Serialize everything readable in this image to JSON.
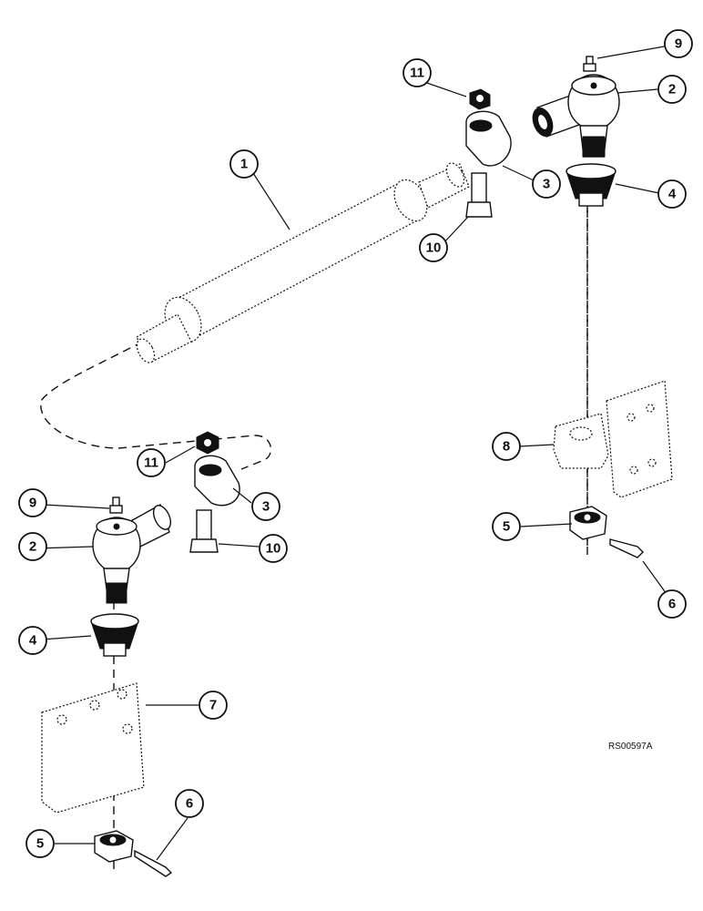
{
  "callouts": {
    "c1": "1",
    "c2_top": "2",
    "c3_top": "3",
    "c4_top": "4",
    "c5_right": "5",
    "c6_right": "6",
    "c8": "8",
    "c9_top": "9",
    "c10_top": "10",
    "c11_top": "11",
    "c11_left": "11",
    "c3_left": "3",
    "c9_left": "9",
    "c2_left": "2",
    "c10_left": "10",
    "c4_left": "4",
    "c7": "7",
    "c6_left": "6",
    "c5_left": "5"
  },
  "reference_code": "RS00597A"
}
